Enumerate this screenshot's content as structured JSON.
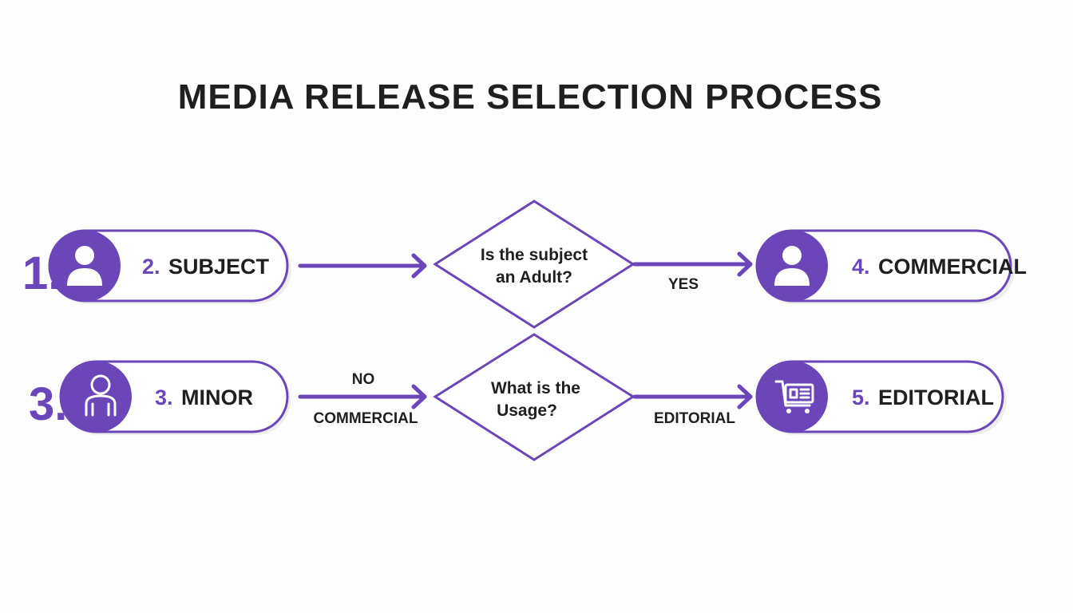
{
  "title": "MEDIA RELEASE SELECTION PROCESS",
  "side_numbers": {
    "top": "1.",
    "bottom": "3."
  },
  "nodes": {
    "subject": {
      "num": "2.",
      "label": "SUBJECT",
      "icon": "person-icon"
    },
    "minor": {
      "num": "3.",
      "label": "MINOR",
      "icon": "child-icon"
    },
    "commercial": {
      "num": "4.",
      "label": "COMMERCIAL",
      "icon": "person-icon"
    },
    "editorial": {
      "num": "5.",
      "label": "EDITORIAL",
      "icon": "news-cart-icon"
    }
  },
  "decisions": {
    "adult": {
      "line1": "Is the subject",
      "line2": "an Adult?"
    },
    "usage": {
      "line1": "What is the",
      "line2": "Usage?"
    }
  },
  "edge_labels": {
    "yes": "YES",
    "no": "NO",
    "commercial": "COMMERCIAL",
    "editorial": "EDITORIAL"
  },
  "colors": {
    "accent": "#6b46b8",
    "text": "#1f1f22",
    "background": "#fdfdfd"
  }
}
